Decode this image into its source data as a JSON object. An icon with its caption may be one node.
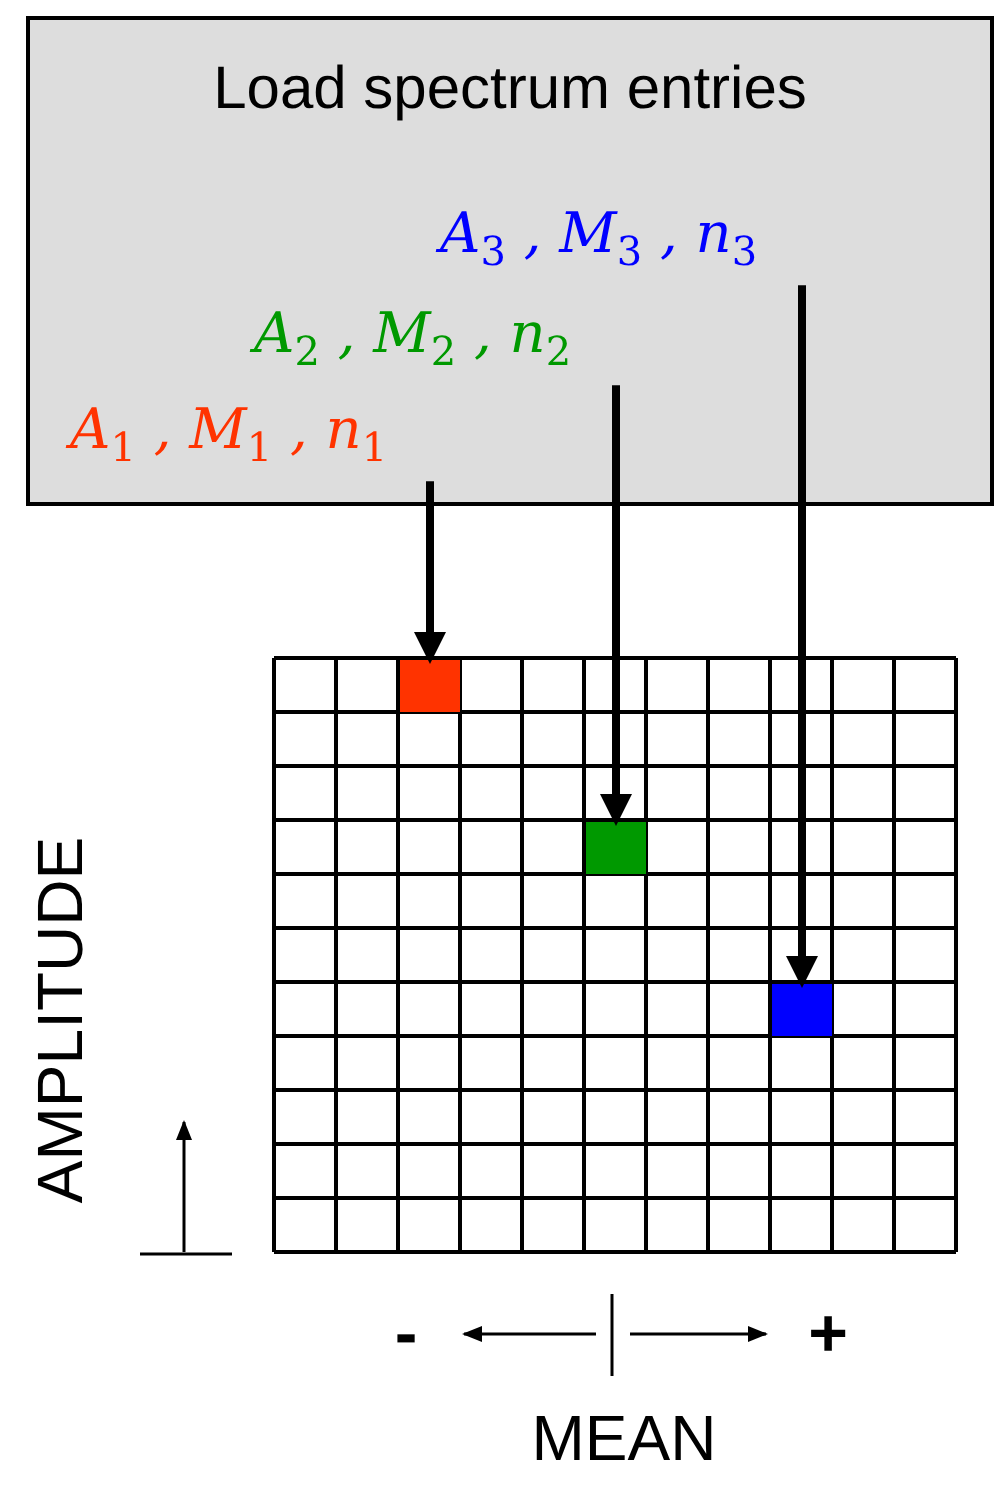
{
  "diagram": {
    "nodes": [
      {
        "text": [
          "Load spectrum entries"
        ]
      },
      {
        "text": [
          "A$_{1}$ , M$_{1}$ , n$_{1}$"
        ],
        "in": 0
      },
      {
        "text": [
          "A$_{2}$ , M$_{2}$ , n$_{2}$"
        ],
        "in": 0
      },
      {
        "text": [
          "A$_{3}$ , M$_{3}$ , n$_{3}$"
        ],
        "in": 0
      },
      {
        "text": [],
        "shape": "box"
      },
      {
        "text": [],
        "shape": "box",
        "in": 4
      },
      {
        "text": [],
        "shape": "box",
        "in": 4
      },
      {
        "text": [],
        "shape": "box",
        "in": 4
      }
    ],
    "edges": [
      {
        "from": 1,
        "to": 5,
        "arrow": "to"
      },
      {
        "from": 2,
        "to": 6,
        "arrow": "to"
      },
      {
        "from": 3,
        "to": 7,
        "arrow": "to"
      }
    ],
    "labels": [
      "AMPLITUDE",
      "-",
      "+",
      "MEAN"
    ]
  }
}
